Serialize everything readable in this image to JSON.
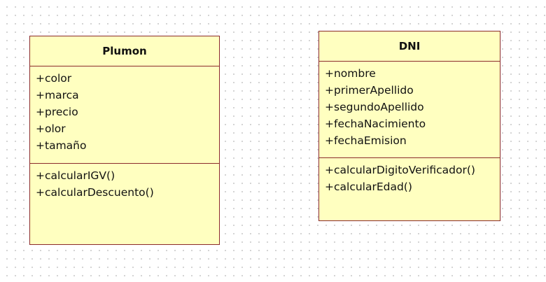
{
  "classes": {
    "plumon": {
      "name": "Plumon",
      "attributes": [
        "+color",
        "+marca",
        "+precio",
        "+olor",
        "+tamaño"
      ],
      "operations": [
        "+calcularIGV()",
        "+calcularDescuento()"
      ]
    },
    "dni": {
      "name": "DNI",
      "attributes": [
        "+nombre",
        "+primerApellido",
        "+segundoApellido",
        "+fechaNacimiento",
        "+fechaEmision"
      ],
      "operations": [
        "+calcularDigitoVerificador()",
        "+calcularEdad()"
      ]
    }
  },
  "colors": {
    "class_fill": "#ffffc0",
    "class_border": "#8b2b2b",
    "grid_dot": "#c9c9c9"
  }
}
